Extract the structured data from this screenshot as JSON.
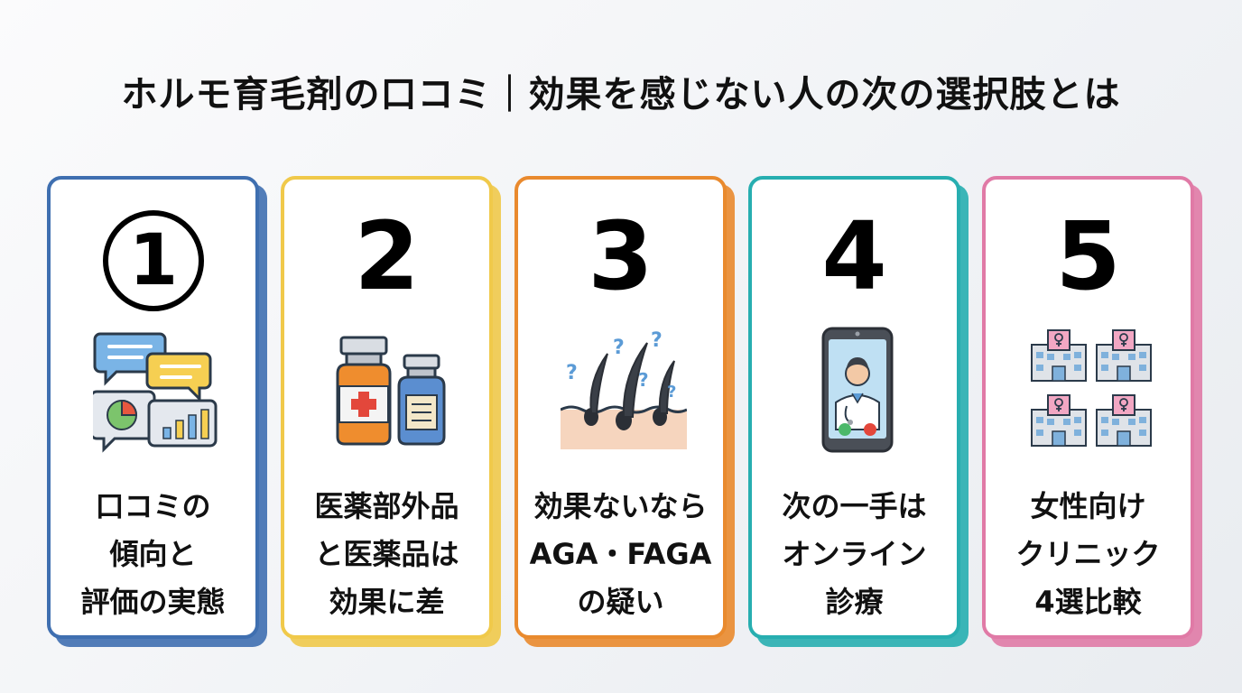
{
  "title": "ホルモ育毛剤の口コミ｜効果を感じない人の次の選択肢とは",
  "colors": {
    "card1": "#3f6fb0",
    "card2": "#f0c94a",
    "card3": "#e98a2e",
    "card4": "#27aeb0",
    "card5": "#e07aa6"
  },
  "cards": [
    {
      "number": "①",
      "icon": "review-chat-icon",
      "lines": [
        "口コミの",
        "傾向と",
        "評価の実態"
      ]
    },
    {
      "number": "2",
      "icon": "medicine-bottles-icon",
      "lines": [
        "医薬部外品",
        "と医薬品は",
        "効果に差"
      ]
    },
    {
      "number": "3",
      "icon": "hair-question-icon",
      "lines": [
        "効果ないなら",
        "AGA・FAGA",
        "の疑い"
      ]
    },
    {
      "number": "4",
      "icon": "online-doctor-phone-icon",
      "lines": [
        "次の一手は",
        "オンライン",
        "診療"
      ]
    },
    {
      "number": "5",
      "icon": "women-clinics-icon",
      "lines": [
        "女性向け",
        "クリニック",
        "4選比較"
      ]
    }
  ]
}
